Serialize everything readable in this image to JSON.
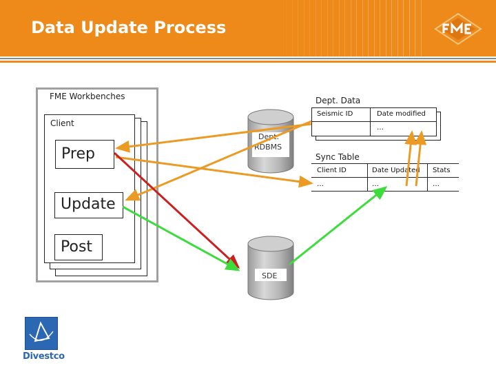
{
  "slide": {
    "title": "Data Update Process"
  },
  "diagram": {
    "fme_workbenches": "FME Workbenches",
    "client": "Client",
    "prep": "Prep",
    "update": "Update",
    "post": "Post",
    "dept_rdbms_line1": "Dept.",
    "dept_rdbms_line2": "RDBMS",
    "sde": "SDE",
    "dept_data": {
      "title": "Dept. Data",
      "col1": "Seismic ID",
      "col2": "Date modified",
      "row1_col2": "…"
    },
    "sync_table": {
      "title": "Sync Table",
      "col1": "Client ID",
      "col2": "Date Updated",
      "col3": "Stats",
      "row1_col1": "…",
      "row1_col2": "…",
      "row1_col3": "…"
    }
  },
  "logo": {
    "name": "Divestco"
  },
  "colors": {
    "header": "#ee8a1a",
    "orange_arrow": "#eb9a24",
    "red_arrow": "#cc2020",
    "green_arrow": "#3ddc3d"
  }
}
